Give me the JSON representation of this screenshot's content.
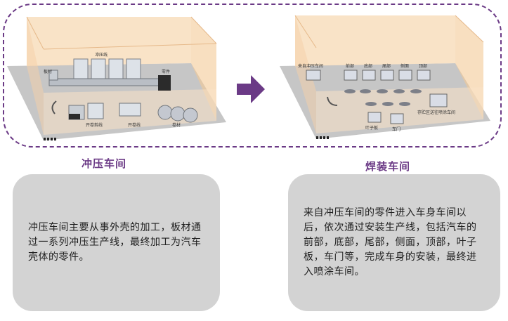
{
  "stamping": {
    "title": "冲压车间",
    "labels": {
      "press_line": "冲压线",
      "sheet": "板材",
      "parts": "零件",
      "uncoiling": "开卷剪线",
      "uncoiling2": "开卷线",
      "coil": "卷材"
    },
    "description": "冲压车间主要从事外壳的加工，板材通过一系列冲压生产线，最终加工为汽车壳体的零件。"
  },
  "welding": {
    "title": "焊装车间",
    "labels": {
      "from_stamping": "来自冲压车间",
      "front": "前部",
      "bottom": "底部",
      "rear": "尾部",
      "side": "侧面",
      "top": "顶部",
      "fender": "叶子板",
      "door": "车门",
      "storage": "存贮区送往喷涂车间"
    },
    "description": "来自冲压车间的零件进入车身车间以后，依次通过安装生产线，包括汽车的前部，底部，尾部，侧面，顶部，叶子板，车门等，完成车身的安装，最终进入喷涂车间。"
  },
  "colors": {
    "frame": "#6b3a86",
    "title": "#6b3a86",
    "arrow": "#6b3a86",
    "card": "#d3d3d3",
    "building": "#f7d9b4"
  },
  "icons": [
    "right-arrow-icon"
  ]
}
